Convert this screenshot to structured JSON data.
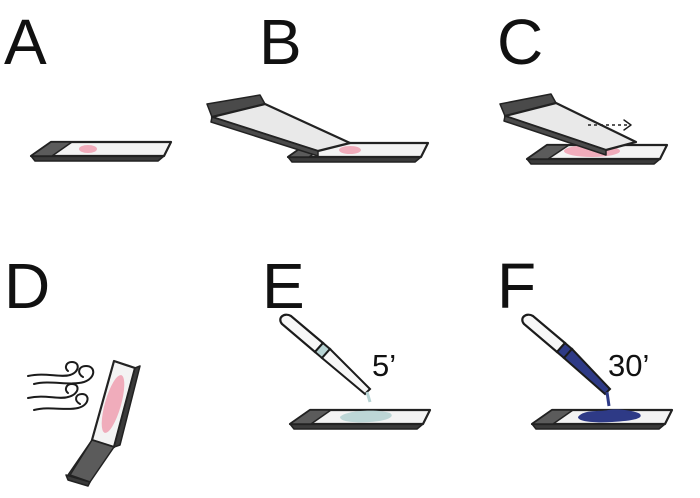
{
  "panels": [
    {
      "letter": "A"
    },
    {
      "letter": "B"
    },
    {
      "letter": "C"
    },
    {
      "letter": "D"
    },
    {
      "letter": "E",
      "time": "5’"
    },
    {
      "letter": "F",
      "time": "30’"
    }
  ],
  "colors": {
    "blood_smear": "#ef9fb0",
    "fixative": "#b7d3d3",
    "stain": "#2e3a86",
    "frosted_end": "#4a4a4a"
  }
}
